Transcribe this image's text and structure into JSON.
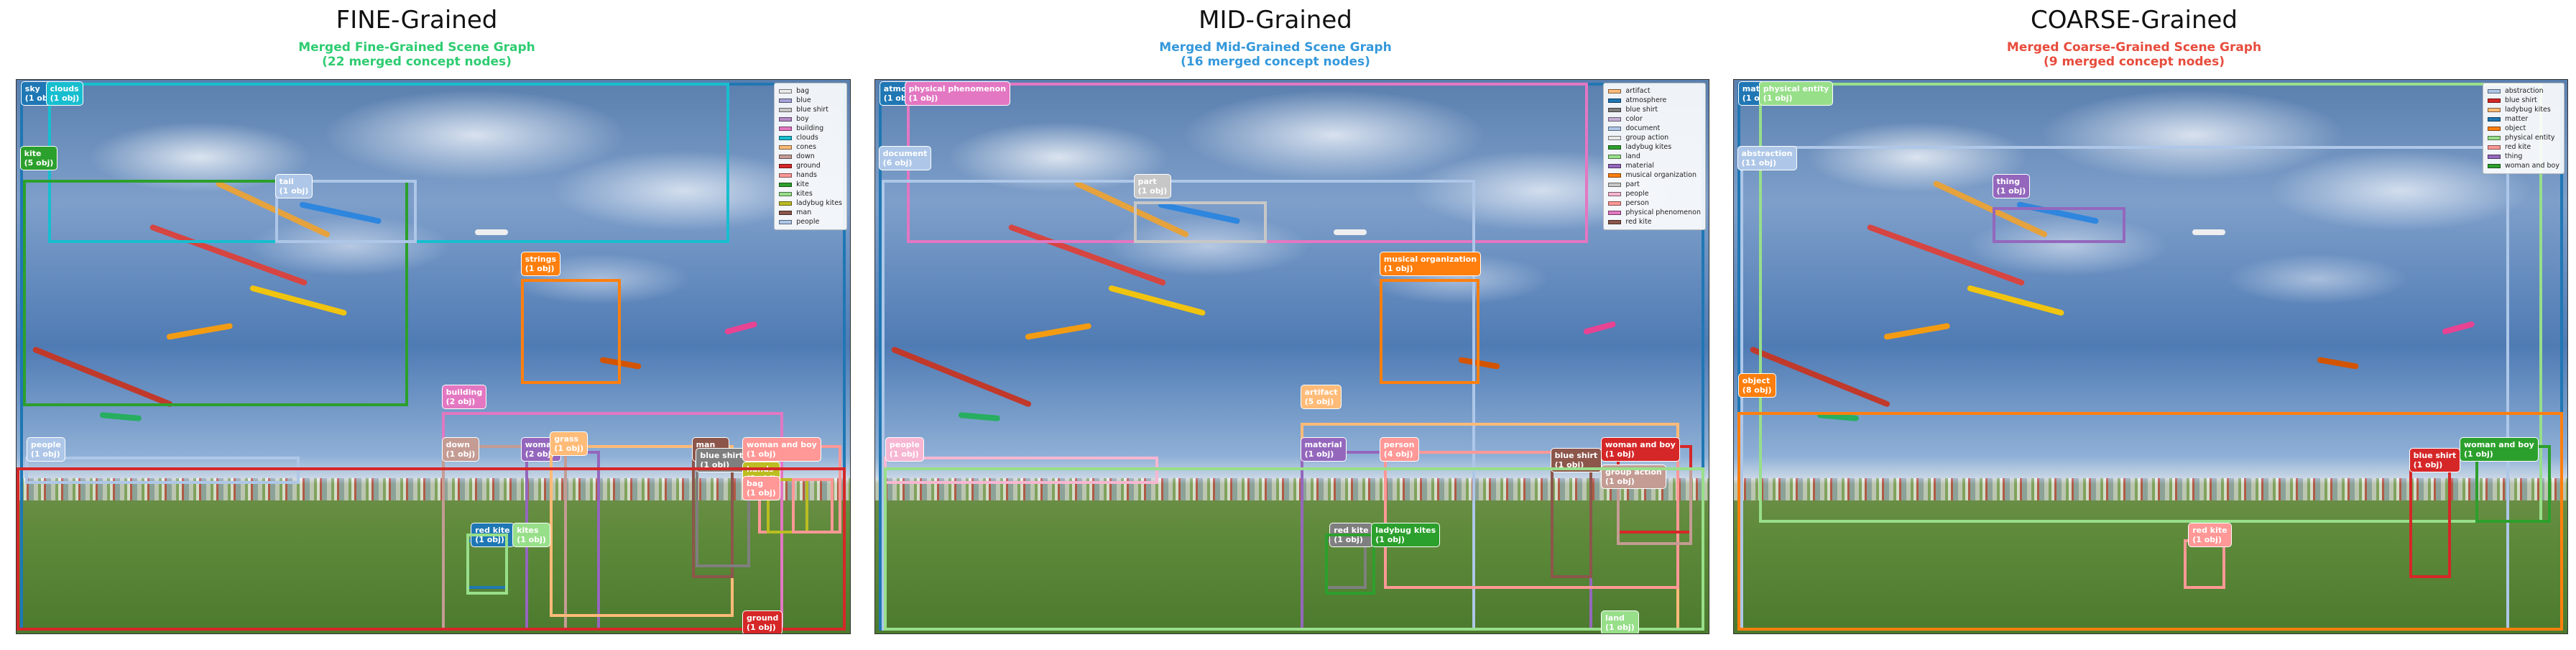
{
  "panels": [
    {
      "title": "FINE-Grained",
      "subtitle_line1": "Merged Fine-Grained Scene Graph",
      "subtitle_line2": "(22 merged concept nodes)",
      "subtitle_color": "#2ecc71",
      "legend": [
        {
          "label": "bag",
          "color": "#e9e9e9"
        },
        {
          "label": "blue",
          "color": "#a3a3d8"
        },
        {
          "label": "blue shirt",
          "color": "#c7c7c7"
        },
        {
          "label": "boy",
          "color": "#b589c7"
        },
        {
          "label": "building",
          "color": "#e377c2"
        },
        {
          "label": "clouds",
          "color": "#17becf"
        },
        {
          "label": "cones",
          "color": "#ffbb78"
        },
        {
          "label": "down",
          "color": "#c49c94"
        },
        {
          "label": "ground",
          "color": "#d62728"
        },
        {
          "label": "hands",
          "color": "#ff9896"
        },
        {
          "label": "kite",
          "color": "#2ca02c"
        },
        {
          "label": "kites",
          "color": "#98df8a"
        },
        {
          "label": "ladybug kites",
          "color": "#bcbd22"
        },
        {
          "label": "man",
          "color": "#8c564b"
        },
        {
          "label": "people",
          "color": "#aec7e8"
        }
      ],
      "boxes": [
        {
          "label": "sky\n(1 obj)",
          "color": "#1f77b4"
        },
        {
          "label": "clouds\n(1 obj)",
          "color": "#17becf"
        },
        {
          "label": "kite\n(5 obj)",
          "color": "#2ca02c"
        },
        {
          "label": "tail\n(1 obj)",
          "color": "#aec7e8"
        },
        {
          "label": "strings\n(1 obj)",
          "color": "#ff7f0e"
        },
        {
          "label": "building\n(2 obj)",
          "color": "#e377c2"
        },
        {
          "label": "people\n(1 obj)",
          "color": "#aec7e8"
        },
        {
          "label": "down\n(1 obj)",
          "color": "#c49c94"
        },
        {
          "label": "woman\n(2 obj)",
          "color": "#9467bd"
        },
        {
          "label": "grass\n(1 obj)",
          "color": "#ffbb78"
        },
        {
          "label": "man\n(1 obj)",
          "color": "#8c564b"
        },
        {
          "label": "blue shirt\n(1 obj)",
          "color": "#7f7f7f"
        },
        {
          "label": "woman and boy\n(1 obj)",
          "color": "#ff9896"
        },
        {
          "label": "hands\n(1 obj)",
          "color": "#bcbd22"
        },
        {
          "label": "bag\n(1 obj)",
          "color": "#ff9896"
        },
        {
          "label": "red kite\n(1 obj)",
          "color": "#1f77b4"
        },
        {
          "label": "kites\n(1 obj)",
          "color": "#98df8a"
        },
        {
          "label": "ground\n(1 obj)",
          "color": "#d62728"
        }
      ]
    },
    {
      "title": "MID-Grained",
      "subtitle_line1": "Merged Mid-Grained Scene Graph",
      "subtitle_line2": "(16 merged concept nodes)",
      "subtitle_color": "#3498db",
      "legend": [
        {
          "label": "artifact",
          "color": "#ffbb78"
        },
        {
          "label": "atmosphere",
          "color": "#1f77b4"
        },
        {
          "label": "blue shirt",
          "color": "#7f7f7f"
        },
        {
          "label": "color",
          "color": "#c5b0d5"
        },
        {
          "label": "document",
          "color": "#aec7e8"
        },
        {
          "label": "group action",
          "color": "#e9e9e9"
        },
        {
          "label": "ladybug kites",
          "color": "#2ca02c"
        },
        {
          "label": "land",
          "color": "#98df8a"
        },
        {
          "label": "material",
          "color": "#9467bd"
        },
        {
          "label": "musical organization",
          "color": "#ff7f0e"
        },
        {
          "label": "part",
          "color": "#c7c7c7"
        },
        {
          "label": "people",
          "color": "#f7b6d2"
        },
        {
          "label": "person",
          "color": "#ff9896"
        },
        {
          "label": "physical phenomenon",
          "color": "#e377c2"
        },
        {
          "label": "red kite",
          "color": "#8c564b"
        }
      ],
      "boxes": [
        {
          "label": "atmosphere\n(1 obj)",
          "color": "#1f77b4"
        },
        {
          "label": "physical phenomenon\n(1 obj)",
          "color": "#e377c2"
        },
        {
          "label": "document\n(6 obj)",
          "color": "#aec7e8"
        },
        {
          "label": "part\n(1 obj)",
          "color": "#c7c7c7"
        },
        {
          "label": "musical organization\n(1 obj)",
          "color": "#ff7f0e"
        },
        {
          "label": "artifact\n(5 obj)",
          "color": "#ffbb78"
        },
        {
          "label": "people\n(1 obj)",
          "color": "#f7b6d2"
        },
        {
          "label": "material\n(1 obj)",
          "color": "#9467bd"
        },
        {
          "label": "person\n(4 obj)",
          "color": "#ff9896"
        },
        {
          "label": "blue shirt\n(1 obj)",
          "color": "#8c564b"
        },
        {
          "label": "woman and boy\n(1 obj)",
          "color": "#d62728"
        },
        {
          "label": "group action\n(1 obj)",
          "color": "#c49c94"
        },
        {
          "label": "red kite\n(1 obj)",
          "color": "#7f7f7f"
        },
        {
          "label": "ladybug kites\n(1 obj)",
          "color": "#2ca02c"
        },
        {
          "label": "land\n(1 obj)",
          "color": "#98df8a"
        }
      ]
    },
    {
      "title": "COARSE-Grained",
      "subtitle_line1": "Merged Coarse-Grained Scene Graph",
      "subtitle_line2": "(9 merged concept nodes)",
      "subtitle_color": "#e74c3c",
      "legend": [
        {
          "label": "abstraction",
          "color": "#aec7e8"
        },
        {
          "label": "blue shirt",
          "color": "#d62728"
        },
        {
          "label": "ladybug kites",
          "color": "#ffbb78"
        },
        {
          "label": "matter",
          "color": "#1f77b4"
        },
        {
          "label": "object",
          "color": "#ff7f0e"
        },
        {
          "label": "physical entity",
          "color": "#98df8a"
        },
        {
          "label": "red kite",
          "color": "#ff9896"
        },
        {
          "label": "thing",
          "color": "#9467bd"
        },
        {
          "label": "woman and boy",
          "color": "#2ca02c"
        }
      ],
      "boxes": [
        {
          "label": "matter\n(1 obj)",
          "color": "#1f77b4"
        },
        {
          "label": "physical entity\n(1 obj)",
          "color": "#98df8a"
        },
        {
          "label": "abstraction\n(11 obj)",
          "color": "#aec7e8"
        },
        {
          "label": "thing\n(1 obj)",
          "color": "#9467bd"
        },
        {
          "label": "object\n(8 obj)",
          "color": "#ff7f0e"
        },
        {
          "label": "blue shirt\n(1 obj)",
          "color": "#d62728"
        },
        {
          "label": "woman and boy\n(1 obj)",
          "color": "#2ca02c"
        },
        {
          "label": "red kite\n(1 obj)",
          "color": "#ff9896"
        }
      ]
    }
  ]
}
